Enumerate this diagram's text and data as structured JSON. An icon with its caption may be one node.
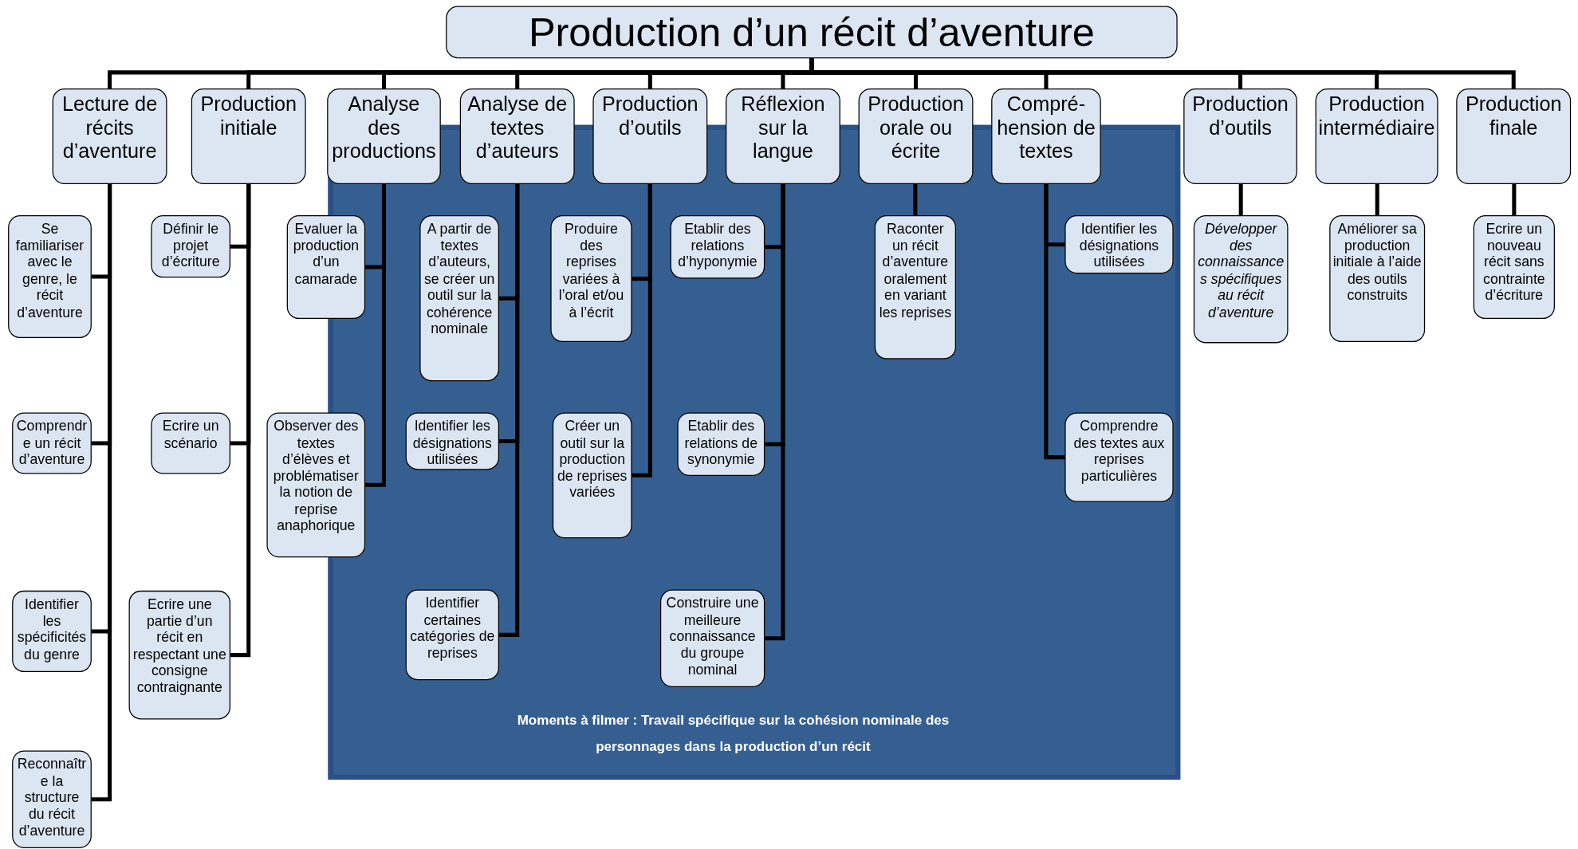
{
  "diagram": {
    "nodes": [
      {
        "text": [
          "Production d’un récit d’aventure"
        ]
      },
      {
        "text": [
          "Lecture de récits d’aventure"
        ]
      },
      {
        "text": [
          "Production initiale"
        ]
      },
      {
        "text": [
          "Analyse des productions"
        ]
      },
      {
        "text": [
          "Analyse de textes d’auteurs"
        ]
      },
      {
        "text": [
          "Production d’outils"
        ]
      },
      {
        "text": [
          "Réflexion sur la langue"
        ]
      },
      {
        "text": [
          "Production orale ou écrite"
        ]
      },
      {
        "text": [
          "Compré-hension de textes"
        ]
      },
      {
        "text": [
          "Production d’outils"
        ]
      },
      {
        "text": [
          "Production intermédiaire"
        ]
      },
      {
        "text": [
          "Production finale"
        ]
      },
      {
        "text": [
          "Moments à filmer : Travail spécifique sur la cohésion nominale des personnages dans la production d’un récit"
        ]
      },
      {
        "text": [
          "Se familiariser avec le genre, le récit d’aventure"
        ]
      },
      {
        "text": [
          "Comprendre un récit d’aventure"
        ]
      },
      {
        "text": [
          "Identifier les spécificités du genre"
        ]
      },
      {
        "text": [
          "Reconnaître la structure du récit d’aventure"
        ]
      },
      {
        "text": [
          "Définir le projet d’écriture"
        ]
      },
      {
        "text": [
          "Ecrire un scénario"
        ]
      },
      {
        "text": [
          "Ecrire une partie d’un récit en respectant une consigne contraignante"
        ]
      },
      {
        "text": [
          "Evaluer la production d’un camarade"
        ]
      },
      {
        "text": [
          "Observer des textes d’élèves et problématiser la notion de reprise anaphorique"
        ]
      },
      {
        "text": [
          "A partir de textes d’auteurs, se créer un outil sur la cohérence nominale"
        ],
        "in": 12
      },
      {
        "text": [
          "Identifier les désignations utilisées"
        ],
        "in": 12
      },
      {
        "text": [
          "Identifier certaines catégories de reprises"
        ],
        "in": 12
      },
      {
        "text": [
          "Produire des reprises variées à l’oral et/ou à l’écrit"
        ],
        "in": 12
      },
      {
        "text": [
          "Créer un outil sur la production de reprises variées"
        ],
        "in": 12
      },
      {
        "text": [
          "Etablir des relations d’hyponymie"
        ],
        "in": 12
      },
      {
        "text": [
          "Etablir des relations de synonymie"
        ],
        "in": 12
      },
      {
        "text": [
          "Construire une meilleure connaissance du groupe nominal"
        ],
        "in": 12
      },
      {
        "text": [
          "Raconter un récit d’aventure oralement en variant les reprises"
        ],
        "in": 12
      },
      {
        "text": [
          "Identifier les désignations utilisées"
        ],
        "in": 12
      },
      {
        "text": [
          "Comprendre des textes aux reprises particulières"
        ],
        "in": 12
      },
      {
        "text": [
          "Développer des connaissances spécifiques au récit d’aventure"
        ]
      },
      {
        "text": [
          "Améliorer sa production initiale à l’aide des outils construits"
        ]
      },
      {
        "text": [
          "Ecrire un nouveau récit sans contrainte d’écriture"
        ]
      }
    ],
    "edges": [
      {
        "from": 0,
        "to": 1,
        "arrow": "none"
      },
      {
        "from": 0,
        "to": 2,
        "arrow": "none"
      },
      {
        "from": 0,
        "to": 3,
        "arrow": "none"
      },
      {
        "from": 0,
        "to": 4,
        "arrow": "none"
      },
      {
        "from": 0,
        "to": 5,
        "arrow": "none"
      },
      {
        "from": 0,
        "to": 6,
        "arrow": "none"
      },
      {
        "from": 0,
        "to": 7,
        "arrow": "none"
      },
      {
        "from": 0,
        "to": 8,
        "arrow": "none"
      },
      {
        "from": 0,
        "to": 9,
        "arrow": "none"
      },
      {
        "from": 0,
        "to": 10,
        "arrow": "none"
      },
      {
        "from": 0,
        "to": 11,
        "arrow": "none"
      },
      {
        "from": 1,
        "to": 13,
        "arrow": "none"
      },
      {
        "from": 1,
        "to": 14,
        "arrow": "none"
      },
      {
        "from": 1,
        "to": 15,
        "arrow": "none"
      },
      {
        "from": 1,
        "to": 16,
        "arrow": "none"
      },
      {
        "from": 2,
        "to": 17,
        "arrow": "none"
      },
      {
        "from": 2,
        "to": 18,
        "arrow": "none"
      },
      {
        "from": 2,
        "to": 19,
        "arrow": "none"
      },
      {
        "from": 3,
        "to": 20,
        "arrow": "none"
      },
      {
        "from": 3,
        "to": 21,
        "arrow": "none"
      },
      {
        "from": 4,
        "to": 22,
        "arrow": "none"
      },
      {
        "from": 4,
        "to": 23,
        "arrow": "none"
      },
      {
        "from": 4,
        "to": 24,
        "arrow": "none"
      },
      {
        "from": 5,
        "to": 25,
        "arrow": "none"
      },
      {
        "from": 5,
        "to": 26,
        "arrow": "none"
      },
      {
        "from": 6,
        "to": 27,
        "arrow": "none"
      },
      {
        "from": 6,
        "to": 28,
        "arrow": "none"
      },
      {
        "from": 6,
        "to": 29,
        "arrow": "none"
      },
      {
        "from": 7,
        "to": 30,
        "arrow": "none"
      },
      {
        "from": 8,
        "to": 31,
        "arrow": "none"
      },
      {
        "from": 8,
        "to": 32,
        "arrow": "none"
      },
      {
        "from": 9,
        "to": 33,
        "arrow": "none"
      },
      {
        "from": 10,
        "to": 34,
        "arrow": "none"
      },
      {
        "from": 11,
        "to": 35,
        "arrow": "none"
      }
    ]
  }
}
